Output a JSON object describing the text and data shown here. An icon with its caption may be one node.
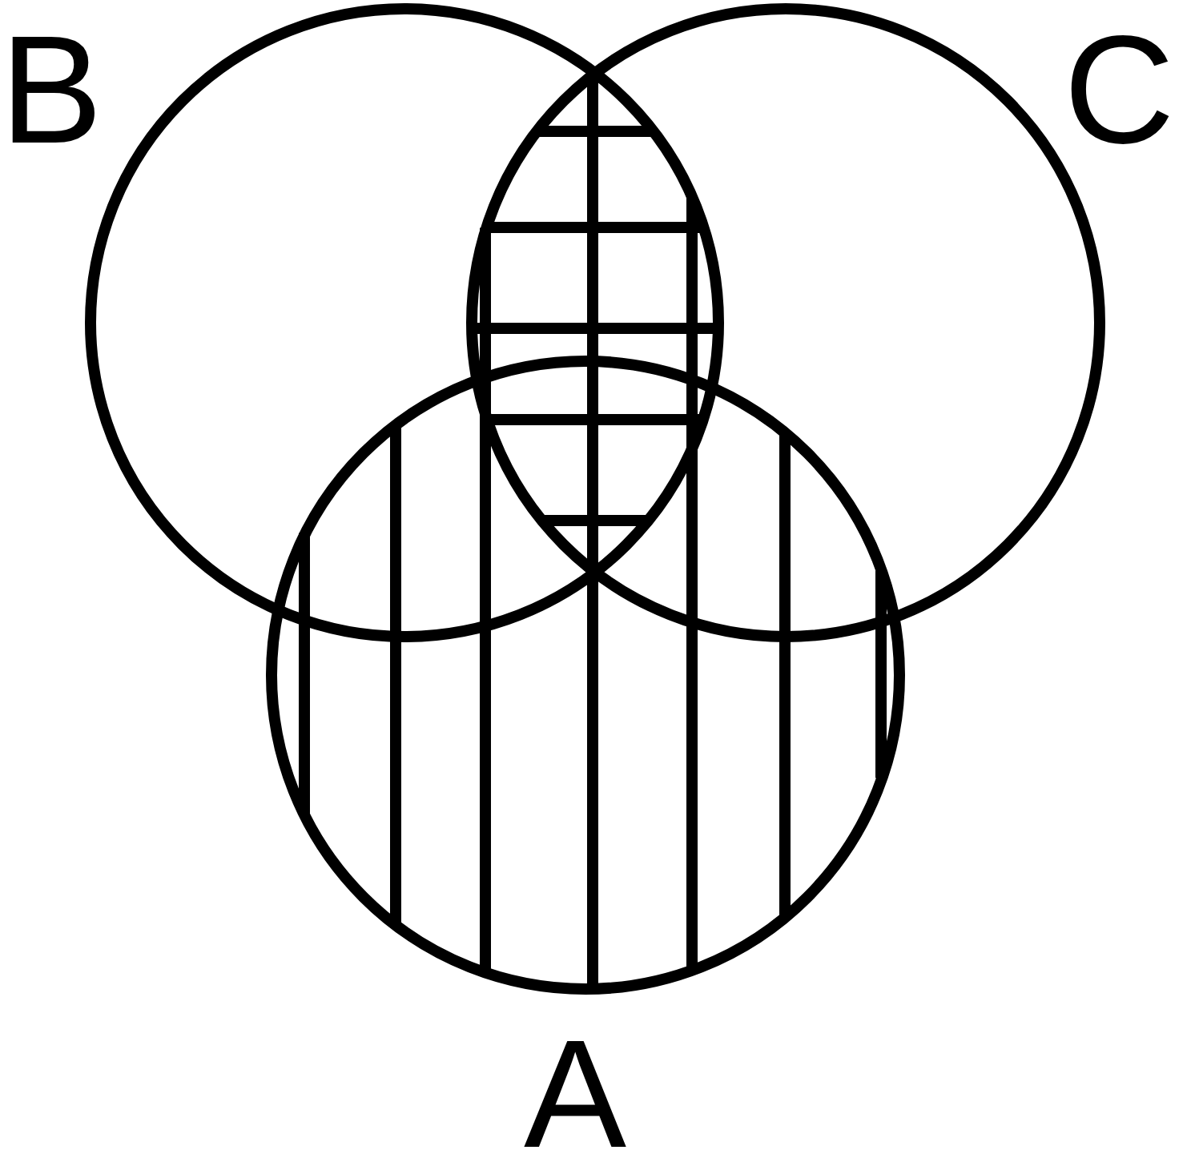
{
  "diagram": {
    "nodes": [
      {
        "text": [
          "B"
        ]
      },
      {
        "text": [
          "C"
        ]
      },
      {
        "text": [
          "A"
        ]
      }
    ]
  }
}
